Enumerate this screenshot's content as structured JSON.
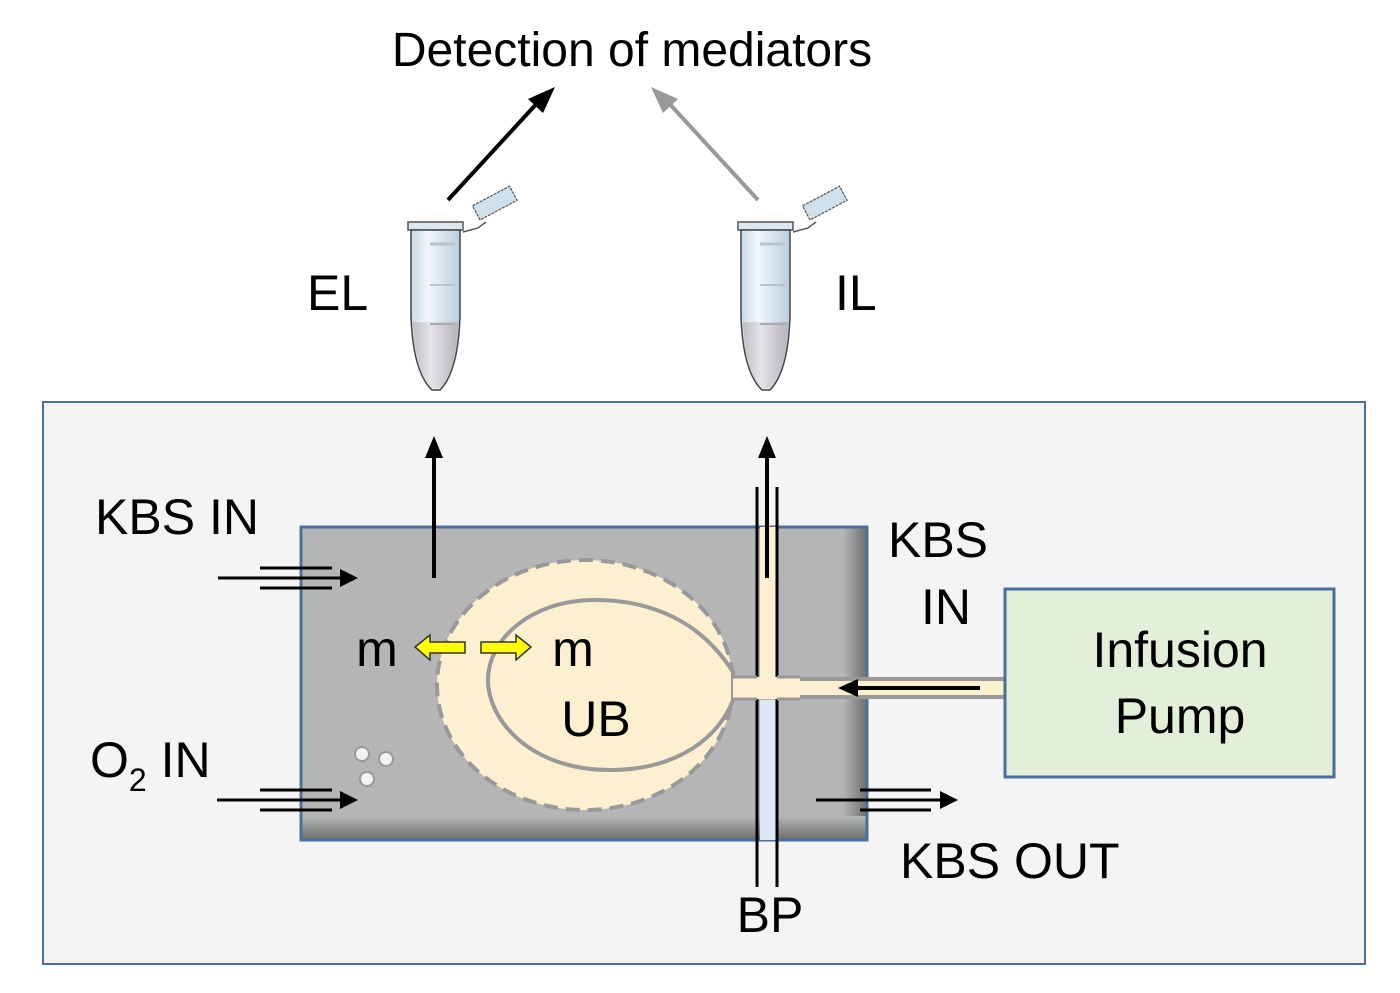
{
  "title": "Detection of mediators",
  "tubes": {
    "left_label": "EL",
    "right_label": "IL"
  },
  "labels": {
    "kbs_in_left": "KBS IN",
    "kbs_in_right_line1": "KBS",
    "kbs_in_right_line2": "IN",
    "o2_in_prefix": "O",
    "o2_in_subscript": "2",
    "o2_in_suffix": " IN",
    "kbs_out": "KBS OUT",
    "bp": "BP",
    "mediator_outside": "m",
    "mediator_inside": "m",
    "ub": "UB",
    "pump_line1": "Infusion",
    "pump_line2": "Pump"
  },
  "colors": {
    "outer_bg": "#f4f4f4",
    "border_blue": "#4a6f9a",
    "chamber_gray": "#b5b5b5",
    "bladder_fill": "#fdf0d0",
    "pump_fill": "#e2efd9",
    "double_arrow_yellow": "#ffff00",
    "arrow_gray": "#999999",
    "bp_blue": "#dce8f5"
  }
}
